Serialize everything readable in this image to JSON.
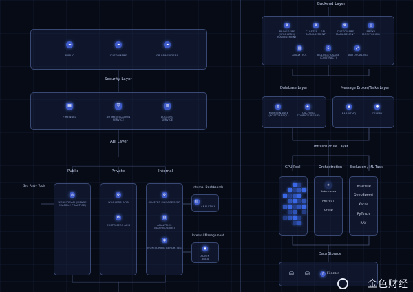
{
  "left": {
    "top_nodes": [
      "PUBLIC",
      "CUSTOMERS",
      "GPU PROVIDERS"
    ],
    "security_layer_title": "Security Layer",
    "security_nodes": [
      "FIREWALL",
      "AUTHENTICATION SERVICE",
      "LOGGING SERVICE"
    ],
    "api_layer_title": "Api Layer",
    "api_branches": [
      "Public",
      "Private",
      "Internal"
    ],
    "third_party_label": "3rd Party Tools",
    "public_items": [
      "WEBSITE/API (USAGE EXAMPLE PRACTICE)"
    ],
    "private_items": [
      "WORKERS APIS",
      "CUSTOMERS APIS"
    ],
    "internal_items": [
      "CLUSTER MANAGEMENT",
      "ANALYTICS (DASHBOARDS)",
      "MONITORING REPORTING"
    ],
    "internal_dashboards_label": "Internal Dashboards",
    "analytics_label": "ANALYTICS",
    "internal_management_label": "Internal Management",
    "admin_label": "ADMIN AREA"
  },
  "right": {
    "backend_title": "Backend Layer",
    "backend_nodes": [
      "PROVIDERS (WORKERS) MANAGEMENT",
      "CLUSTER / GPU MANAGEMENT",
      "CUSTOMERS MANAGEMENT",
      "PROXY MONITORING",
      "ANALYTICS",
      "BILLING / USAGE (CONTRACT)",
      "AUTOSCALING"
    ],
    "database_title": "Database Layer",
    "database_nodes": [
      "MAINTENANCE (POSTGRESQL)",
      "CACHING STORAGE(REDIS)"
    ],
    "broker_title": "Message Broker/Tasks Layer",
    "broker_nodes": [
      "RABBITMQ",
      "CELERY"
    ],
    "infra_title": "Infrastructure Layer",
    "infra_columns": [
      "GPU Pool",
      "Orchestration",
      "Exclusion / ML Task"
    ],
    "orchestration_items": [
      "Kubernetes",
      "PREFECT",
      "Airflow"
    ],
    "ml_items": [
      "TensorFlow",
      "DeepSpeed",
      "Keras",
      "PyTorch",
      "RAY"
    ],
    "storage_title": "Data Storage",
    "storage_items": [
      "Filecoin"
    ]
  },
  "watermark": "金色财经"
}
